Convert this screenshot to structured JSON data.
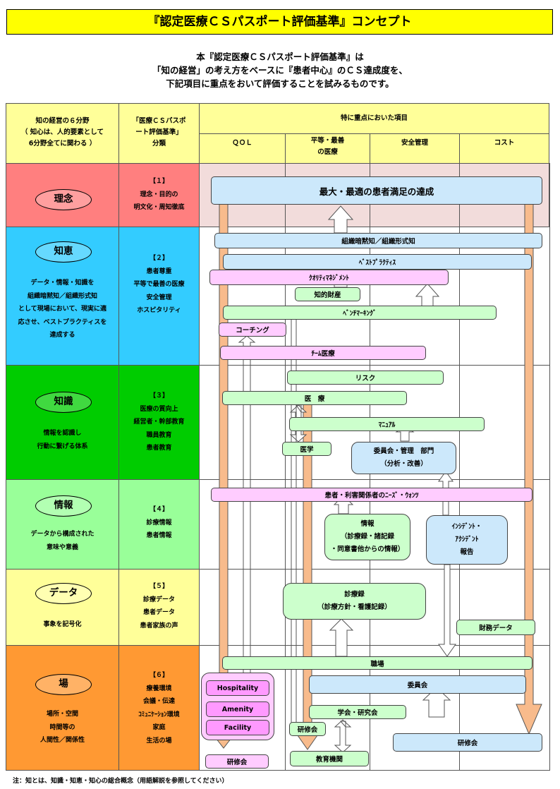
{
  "title": "『認定医療ＣＳパスポート評価基準』コンセプト",
  "intro": [
    "本『認定医療ＣＳパスポート評価基準』は",
    "「知の経営」の考え方をベースに『患者中心』のＣＳ達成度を、",
    "下記項目に重点をおいて評価することを試みるものです。"
  ],
  "header": {
    "col1": [
      "知の経営の６分野",
      "（ 知心は、人的要素として",
      "6分野全てに関わる ）"
    ],
    "col2": [
      "「医療ＣＳパスポ",
      "ート評価基準」",
      "分類"
    ],
    "focus": "特に重点においた項目",
    "sub": {
      "qol": "ＱＯＬ",
      "equality": [
        "平等・最善",
        "の医療"
      ],
      "safety": "安全管理",
      "cost": "コスト"
    }
  },
  "rows": [
    {
      "name": "理念",
      "desc": [],
      "classification": [
        "【１】",
        "理念・目的の",
        "明文化・周知徹底"
      ]
    },
    {
      "name": "知恵",
      "desc": [
        "データ・情報・知識を",
        "組織暗黙知／組織形式知",
        "として現場において、現実に適",
        "応させ、ベストプラクティスを",
        "達成する"
      ],
      "classification": [
        "【２】",
        "患者尊重",
        "平等で最善の医療",
        "安全管理",
        "ホスピタリティ"
      ]
    },
    {
      "name": "知識",
      "desc": [
        "情報を認識し",
        "行動に繋げる体系"
      ],
      "classification": [
        "【３】",
        "医療の質向上",
        "経営者・幹部教育",
        "職員教育",
        "患者教育"
      ]
    },
    {
      "name": "情報",
      "desc": [
        "データから構成された",
        "意味や意義"
      ],
      "classification": [
        "【４】",
        "診療情報",
        "患者情報"
      ]
    },
    {
      "name": "データ",
      "desc": [
        "事象を記号化"
      ],
      "classification": [
        "【５】",
        "診療データ",
        "患者データ",
        "患者家族の声"
      ]
    },
    {
      "name": "場",
      "desc": [
        "場所・空間",
        "時間等の",
        "人間性／関係性"
      ],
      "classification": [
        "【６】",
        "療養環境",
        "会議・伝達",
        "ｺﾐｭﾆｹｰｼｮﾝ環境",
        "家庭",
        "生活の場"
      ]
    }
  ],
  "boxes": {
    "max_satisfaction": "最大・最適の患者満足の達成",
    "tacit": "組織暗黙知／組織形式知",
    "best_practice": "ﾍﾞｽﾄﾌﾟﾗｸﾃｨｽ",
    "quality": "ｸｵﾘﾃｨﾏﾈｼﾞﾒﾝﾄ",
    "ip": "知的財産",
    "benchmark": "ﾍﾞﾝﾁﾏｰｷﾝｸﾞ",
    "coaching": "コーチング",
    "team": "ﾁｰﾑ医療",
    "risk": "リスク",
    "medical": "医　療",
    "manual": "ﾏﾆｭｱﾙ",
    "medicine": "医学",
    "committee_dept": [
      "委員会・管理　部門",
      "（分析・改善）"
    ],
    "needs": "患者・利害関係者のﾆｰｽﾞ・ｳｫﾝﾂ",
    "info": [
      "情報",
      "（診療録・諸記録",
      "・同意書他からの情報）"
    ],
    "incident": [
      "ｲﾝｼﾃﾞﾝﾄ・",
      "ｱｸｼﾃﾞﾝﾄ",
      "報告"
    ],
    "records": [
      "診療録",
      "（診療方針・看護記録）"
    ],
    "finance": "財務データ",
    "workplace": "職場",
    "committee": "委員会",
    "hospitality": "Hospitality",
    "amenity": "Amenity",
    "facility": "Facility",
    "training_left": "研修会",
    "training_mid": "研修会",
    "academic": "学会・研究会",
    "training_right": "研修会",
    "education": "教育機関"
  },
  "note": "注：知とは、知識・知恵・知心の総合概念（用語解説を参照してください）",
  "colors": {
    "title_bg": "#ffff00",
    "header_bg": "#ffff99",
    "rinen": "#ff7f7f",
    "chie": "#33ccff",
    "chishiki": "#00cc00",
    "joho": "#99ff99",
    "data": "#ffff99",
    "ba": "#ff9933",
    "arrow_orange": "#f8bb8c"
  }
}
